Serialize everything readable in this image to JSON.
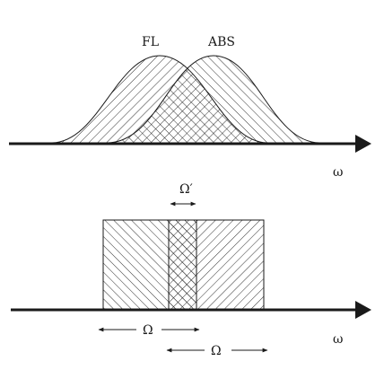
{
  "top_panel": {
    "fl_label": "FL",
    "abs_label": "ABS",
    "axis_label": "ω"
  },
  "bottom_panel": {
    "overlap_width_label": "Ω′",
    "fl_band_width_label": "Ω",
    "abs_band_width_label": "Ω",
    "axis_label": "ω"
  },
  "colors": {
    "ink": "#1a1a1a",
    "background": "#ffffff"
  }
}
